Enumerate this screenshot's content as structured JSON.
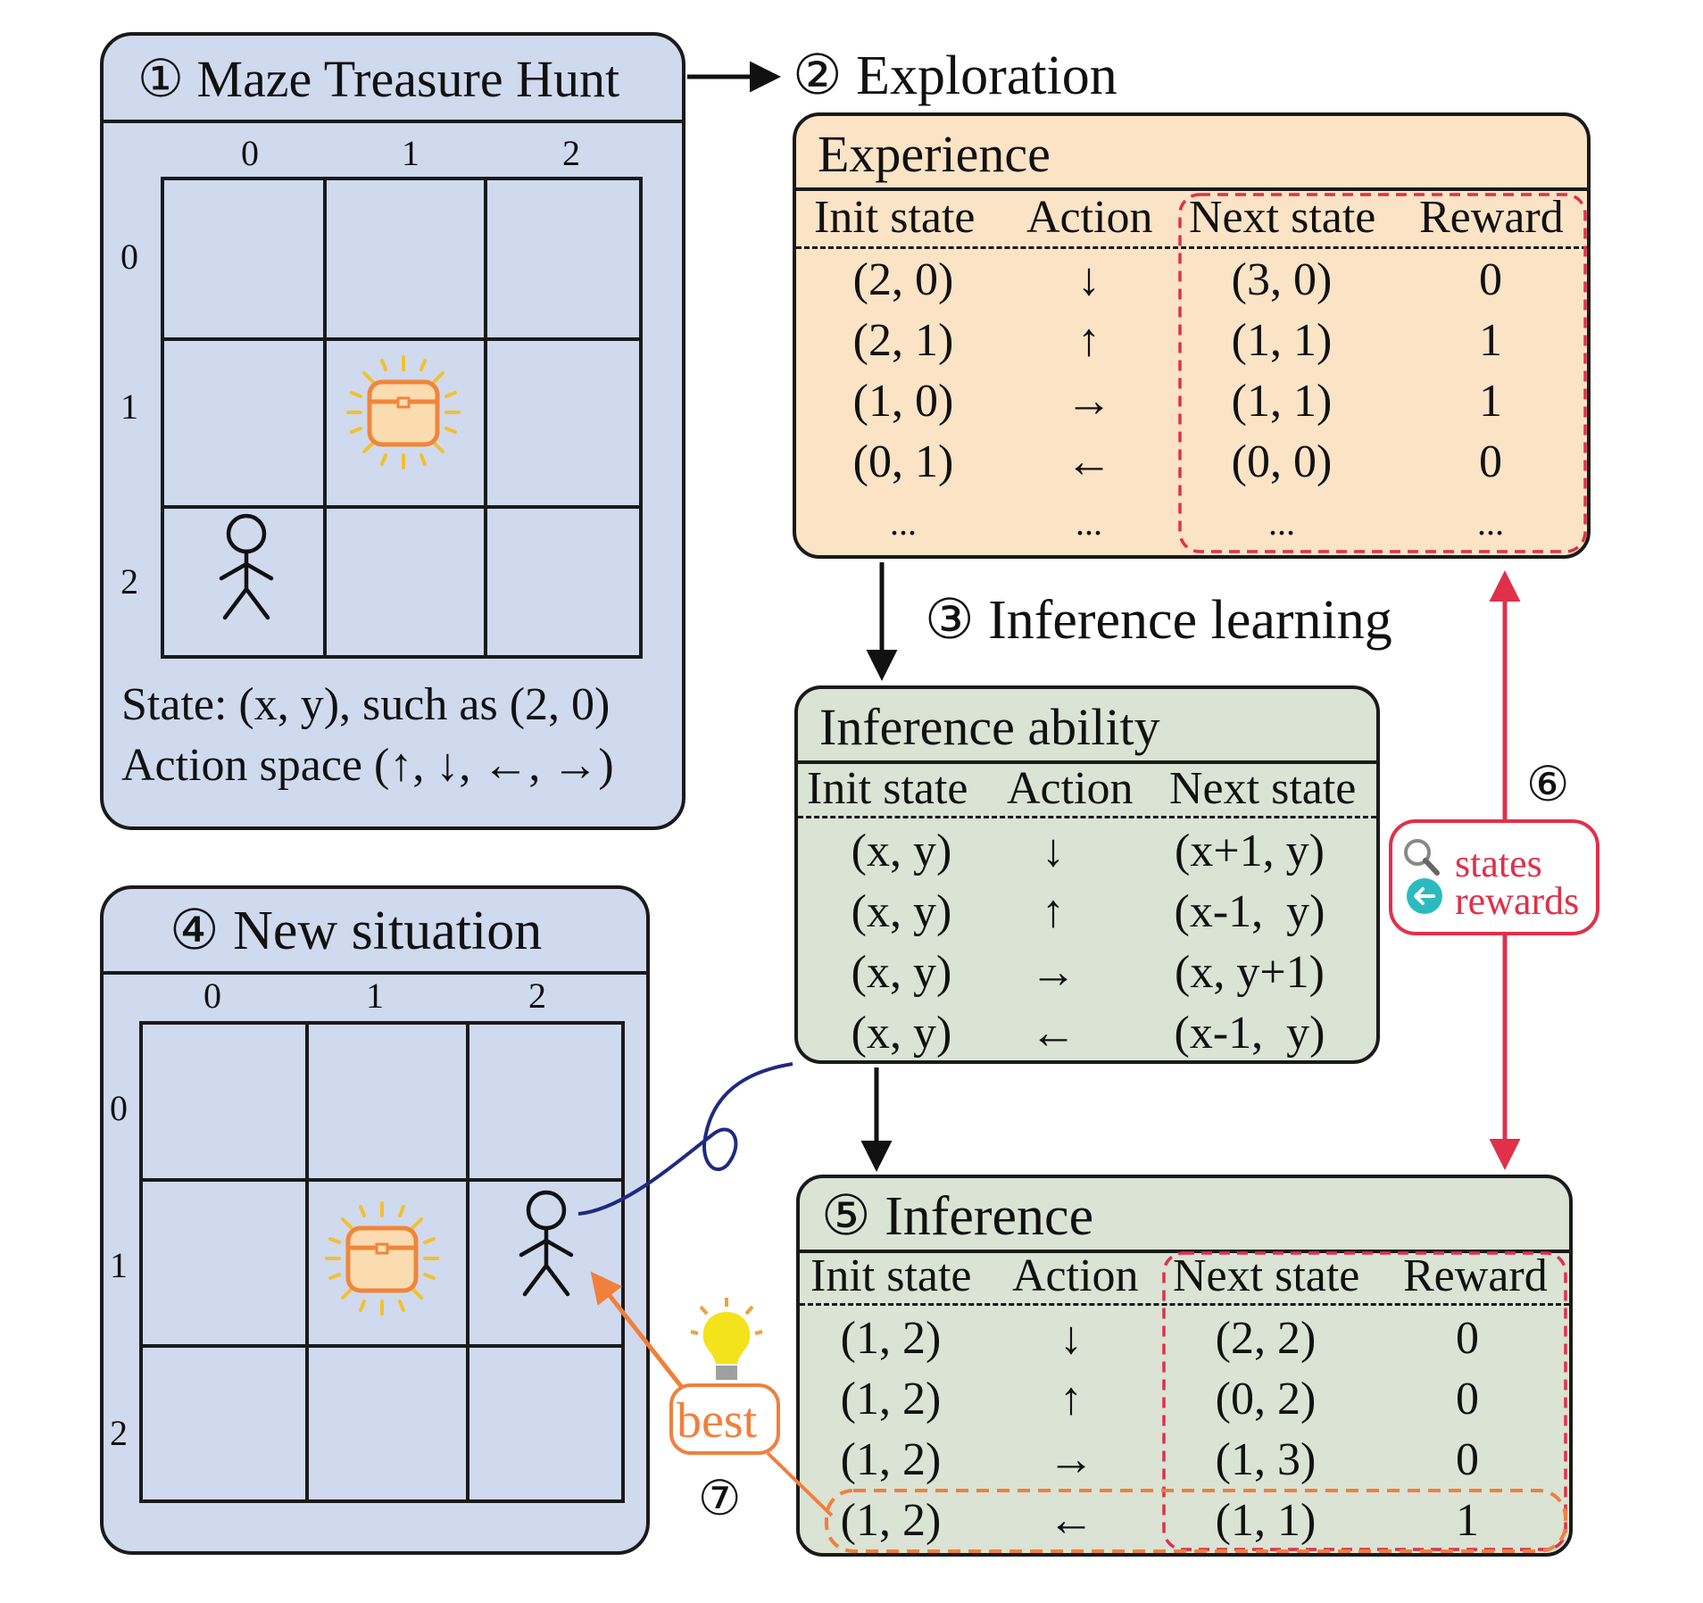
{
  "panel1": {
    "title": "① Maze Treasure Hunt",
    "cols": [
      "0",
      "1",
      "2"
    ],
    "rows": [
      "0",
      "1",
      "2"
    ],
    "state_text": "State: (x, y), such as (2, 0)",
    "action_text": "Action space (↑, ↓, ←, →)"
  },
  "panel2": {
    "heading": "② Exploration",
    "title": "Experience",
    "headers": [
      "Init state",
      "Action",
      "Next state",
      "Reward"
    ],
    "rows": [
      [
        "(2, 0)",
        "↓",
        "(3, 0)",
        "0"
      ],
      [
        "(2, 1)",
        "↑",
        "(1, 1)",
        "1"
      ],
      [
        "(1, 0)",
        "→",
        "(1, 1)",
        "1"
      ],
      [
        "(0, 1)",
        "←",
        "(0, 0)",
        "0"
      ],
      [
        "...",
        "...",
        "...",
        "..."
      ]
    ]
  },
  "step3": {
    "label": "③ Inference learning"
  },
  "panel3": {
    "title": "Inference ability",
    "headers": [
      "Init state",
      "Action",
      "Next state"
    ],
    "rows": [
      [
        "(x, y)",
        "↓",
        "(x+1, y)"
      ],
      [
        "(x, y)",
        "↑",
        "(x-1,  y)"
      ],
      [
        "(x, y)",
        "→",
        "(x, y+1)"
      ],
      [
        "(x, y)",
        "←",
        "(x-1,  y)"
      ]
    ]
  },
  "panel4": {
    "title": "④ New situation",
    "cols": [
      "0",
      "1",
      "2"
    ],
    "rows": [
      "0",
      "1",
      "2"
    ]
  },
  "panel5": {
    "title": "⑤ Inference",
    "headers": [
      "Init state",
      "Action",
      "Next state",
      "Reward"
    ],
    "rows": [
      [
        "(1, 2)",
        "↓",
        "(2, 2)",
        "0"
      ],
      [
        "(1, 2)",
        "↑",
        "(0, 2)",
        "0"
      ],
      [
        "(1, 2)",
        "→",
        "(1, 3)",
        "0"
      ],
      [
        "(1, 2)",
        "←",
        "(1, 1)",
        "1"
      ]
    ]
  },
  "step6": {
    "num": "⑥",
    "states": "states",
    "rewards": "rewards"
  },
  "step7": {
    "num": "⑦",
    "best": "best"
  },
  "colors": {
    "blue_panel": "#cfdaee",
    "orange_panel": "#fbe3c6",
    "green_panel": "#dae3d4",
    "red_accent": "#e0304a",
    "orange_accent": "#f0803c",
    "navy_curve": "#1f2a80"
  }
}
